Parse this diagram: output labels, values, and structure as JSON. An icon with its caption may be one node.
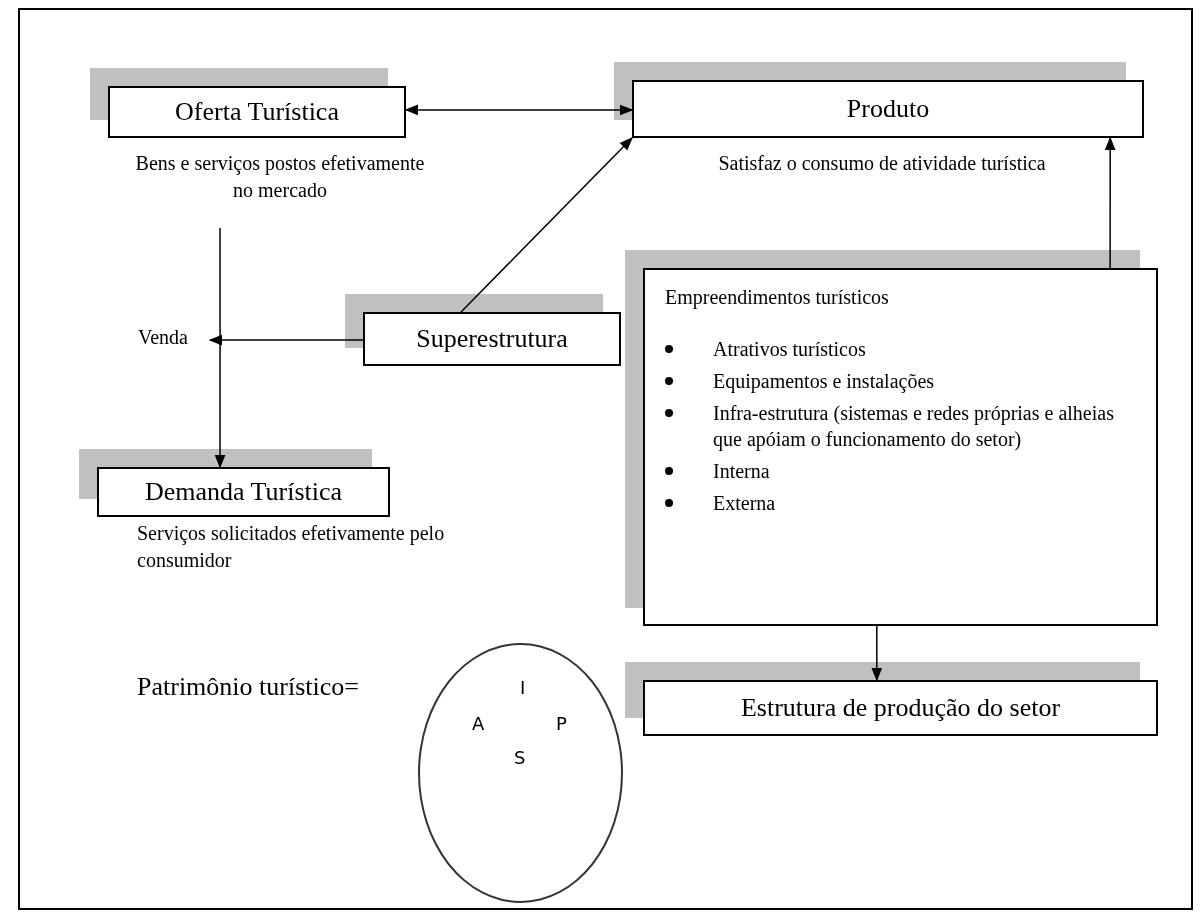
{
  "diagram": {
    "nodes": [
      {
        "text": [
          "Oferta Turística"
        ],
        "beside": [
          "Bens e serviços postos efetivamente no mercado"
        ]
      },
      {
        "text": [
          "Produto"
        ],
        "beside": [
          "Satisfaz o consumo de atividade turística"
        ]
      },
      {
        "text": [
          "Superestrutura"
        ]
      },
      {
        "text": [
          "Empreendimentos turísticos",
          "Atrativos turísticos",
          "Equipamentos e instalações",
          "Infra-estrutura (sistemas e redes próprias e alheias que apóiam o funcionamento do setor)",
          "Interna",
          "Externa"
        ]
      },
      {
        "text": [
          "Venda"
        ]
      },
      {
        "text": [
          "Demanda Turística"
        ],
        "beside": [
          "Serviços solicitados efetivamente pelo consumidor"
        ]
      },
      {
        "text": [
          "Estrutura de produção do setor"
        ]
      },
      {
        "text": [
          "I",
          "A",
          "P",
          "S"
        ]
      }
    ],
    "edges": [
      {
        "from": 0,
        "to": 1,
        "arrow": "both"
      },
      {
        "from": 0,
        "to": 5,
        "arrow": "to"
      },
      {
        "from": 2,
        "to": 4,
        "arrow": "to"
      },
      {
        "from": 2,
        "to": 1,
        "arrow": "to"
      },
      {
        "from": 3,
        "to": 1,
        "arrow": "to"
      },
      {
        "from": 3,
        "to": 6,
        "arrow": "to"
      }
    ],
    "labels": [
      "Patrimônio turístico="
    ]
  }
}
